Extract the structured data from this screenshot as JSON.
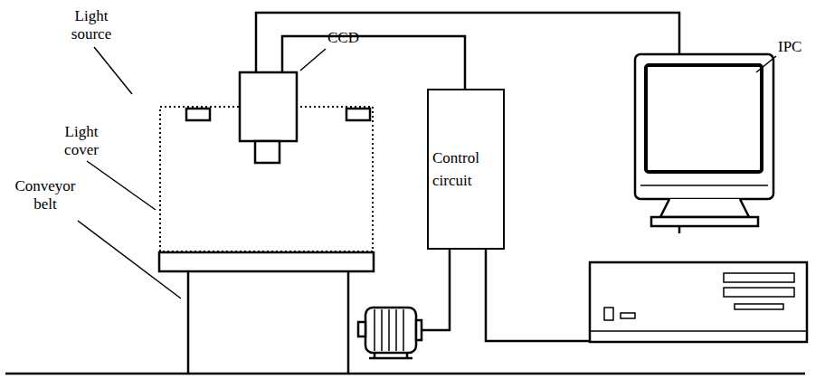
{
  "diagram": {
    "nodes": [
      {
        "text": [
          "Control circuit"
        ]
      }
    ],
    "labels": [
      "Light source",
      "CCD",
      "Light cover",
      "Conveyor belt",
      "IPC"
    ]
  }
}
